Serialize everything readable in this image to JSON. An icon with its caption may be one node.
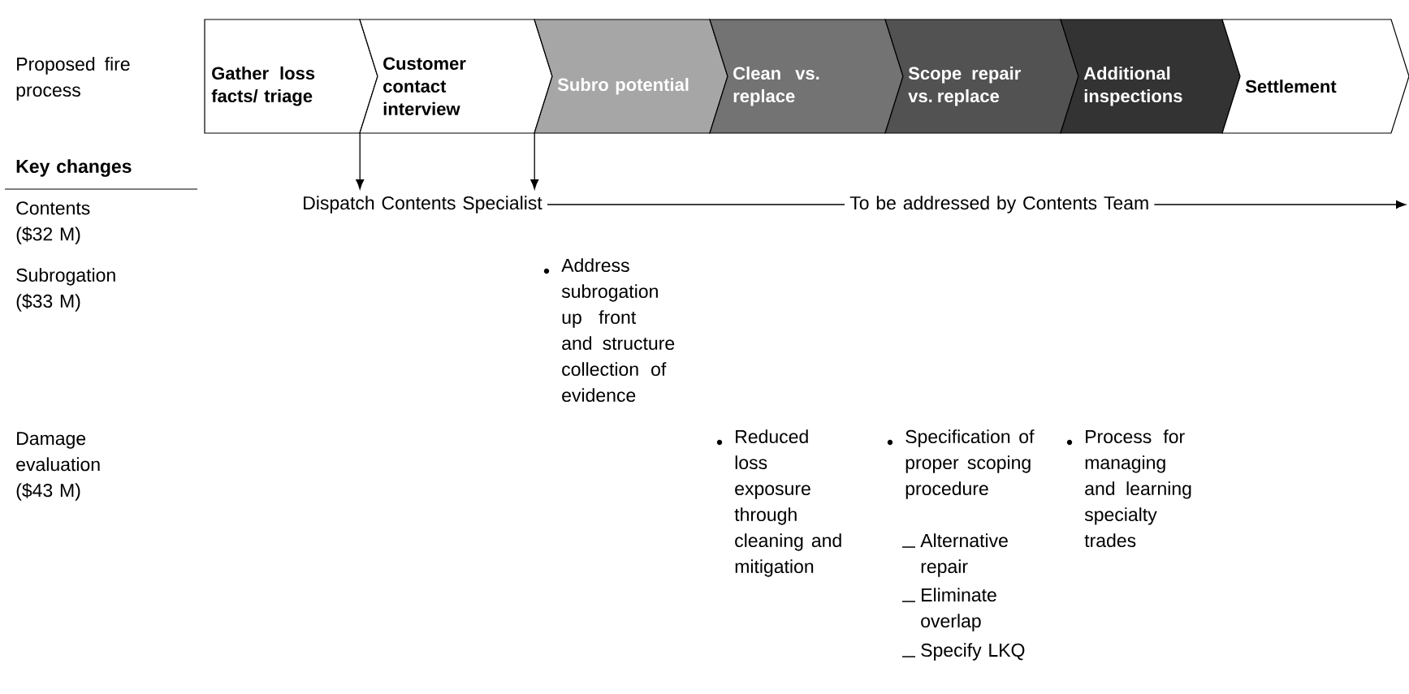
{
  "diagram": {
    "nodes": [
      {
        "text": [
          "Gather loss facts/ triage"
        ]
      },
      {
        "text": [
          "Customer contact interview"
        ]
      },
      {
        "text": [
          "Subro potential"
        ]
      },
      {
        "text": [
          "Clean vs. replace"
        ]
      },
      {
        "text": [
          "Scope repair vs. replace"
        ]
      },
      {
        "text": [
          "Additional inspections"
        ]
      },
      {
        "text": [
          "Settlement"
        ]
      },
      {
        "text": [
          "Dispatch Contents Specialist"
        ]
      },
      {
        "text": [
          "To be addressed by Contents Team"
        ]
      }
    ],
    "edges": [
      {
        "from": 0,
        "to": 7,
        "arrow": "to"
      },
      {
        "from": 1,
        "to": 7,
        "arrow": "to"
      },
      {
        "from": 7,
        "to": 8,
        "arrow": "none"
      },
      {
        "from": 8,
        "to": null,
        "arrow": "to"
      }
    ],
    "labels": [
      "Proposed fire process",
      "Key changes",
      "Contents ($32 M)",
      "Subrogation ($33 M)",
      "Address subrogation up front and structure collection of evidence",
      "Damage evaluation ($43 M)",
      "Reduced loss exposure through cleaning and mitigation",
      "Specification of proper scoping procedure",
      "Alternative repair",
      "Eliminate overlap",
      "Specify LKQ",
      "Process for managing and learning specialty trades"
    ]
  }
}
